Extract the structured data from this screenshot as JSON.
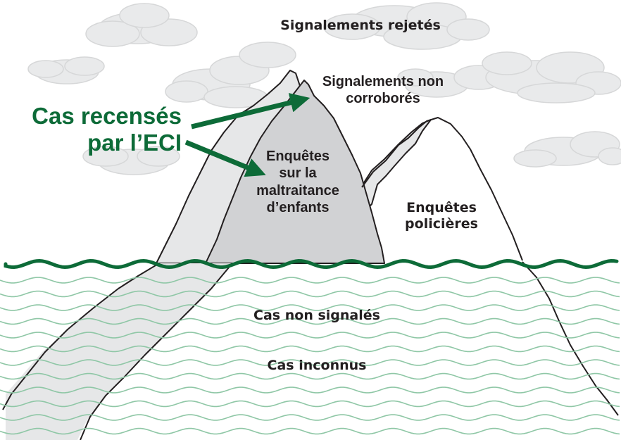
{
  "labels": {
    "rejected": "Signalements rejetés",
    "uncorroborated": "Signalements non\ncorroborés",
    "child_investigations": "Enquêtes\nsur la\nmaltraitance\nd’enfants",
    "police_investigations": "Enquêtes\npolicières",
    "unreported": "Cas non signalés",
    "unknown": "Cas inconnus",
    "eci_cases": "Cas recensés\npar l’ECI"
  },
  "colors": {
    "ink": "#231f20",
    "accent_green": "#0d6b38",
    "water_line": "#8fc7a6",
    "light_grey": "#e6e7e8",
    "mid_grey": "#d1d2d4",
    "cloud": "#e9eaeb"
  }
}
